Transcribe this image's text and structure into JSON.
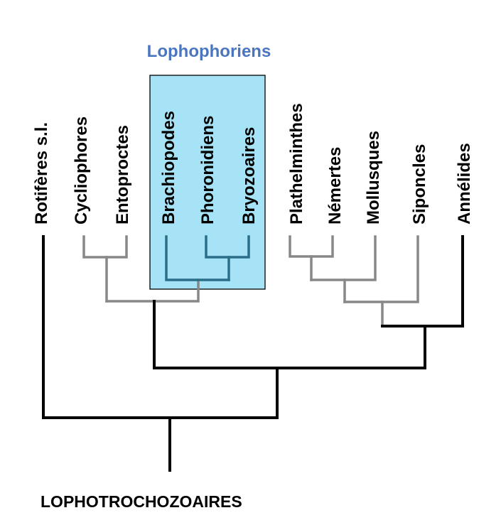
{
  "highlight_group": {
    "title": "Lophophoriens",
    "title_color": "#4a76c0",
    "box_fill": "#a6e3f6"
  },
  "root_label": "LOPHOTROCHOZOAIRES",
  "taxa": [
    "Rotifères s.l.",
    "Cycliophores",
    "Entoproctes",
    "Brachiopodes",
    "Phoronidiens",
    "Bryozoaires",
    "Plathelminthes",
    "Némertes",
    "Mollusques",
    "Siponcles",
    "Annélides"
  ],
  "colors": {
    "main_line": "#000000",
    "faded_line": "#888888",
    "highlight_line": "#2a6e88"
  },
  "tree_structure": "(Rotifères s.l., (((Cycliophores, Entoproctes), (Brachiopodes, (Phoronidiens, Bryozoaires))), ((((Plathelminthes, Némertes), Mollusques), Siponcles), Annélides)))"
}
